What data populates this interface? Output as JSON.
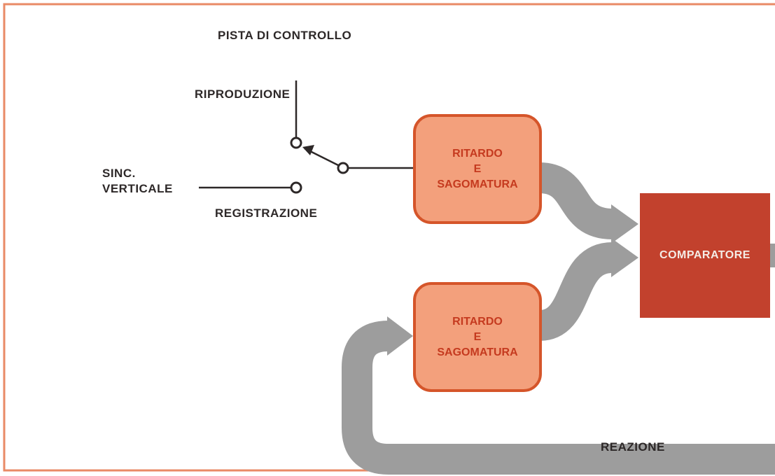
{
  "labels": {
    "pista_di_controllo": "PISTA DI CONTROLLO",
    "riproduzione": "RIPRODUZIONE",
    "sinc": "SINC.",
    "verticale": "VERTICALE",
    "registrazione": "REGISTRAZIONE",
    "reazione": "REAZIONE"
  },
  "blocks": {
    "ritardo_top": {
      "line1": "RITARDO",
      "line2": "E",
      "line3": "SAGOMATURA"
    },
    "ritardo_bottom": {
      "line1": "RITARDO",
      "line2": "E",
      "line3": "SAGOMATURA"
    },
    "comparatore": "COMPARATORE"
  },
  "colors": {
    "frame": "#e98a66",
    "block_fill": "#f3a07c",
    "block_border": "#d5552a",
    "block_text": "#c53a1f",
    "comparator_fill": "#c2412d",
    "flow_arrow": "#9d9d9d",
    "text": "#2d2828"
  }
}
